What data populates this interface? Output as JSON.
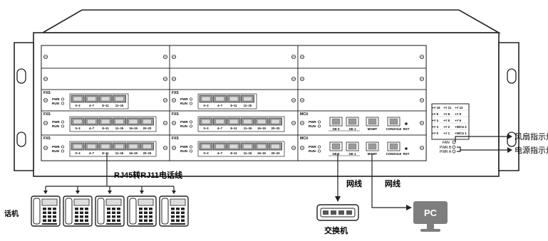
{
  "rack": {
    "cards": [
      {
        "slot": "row3-left",
        "label": "FXS",
        "led_pwr": "PWR",
        "led_run": "RUN",
        "ports": [
          "0~3",
          "4~7",
          "8~11",
          "11~15"
        ]
      },
      {
        "slot": "row3-mid",
        "label": "FXS",
        "led_pwr": "PWR",
        "led_run": "RUN",
        "ports": [
          "0~3",
          "4~7",
          "8~11",
          "11~15"
        ]
      },
      {
        "slot": "row4-left",
        "label": "FXS",
        "led_pwr": "PWR",
        "led_run": "RUN",
        "ports": [
          "0~3",
          "4~7",
          "8~11",
          "11~15",
          "16~19",
          "20~23"
        ]
      },
      {
        "slot": "row4-mid",
        "label": "FXS",
        "led_pwr": "PWR",
        "led_run": "RUN",
        "ports": [
          "0~3",
          "4~7",
          "8~11",
          "11~15",
          "16~19",
          "20~23"
        ]
      },
      {
        "slot": "row5-left",
        "label": "FXS",
        "led_pwr": "PWR",
        "led_run": "RUN",
        "ports": [
          "0~3",
          "4~7",
          "8~11",
          "11~15",
          "16~19",
          "20~23"
        ]
      },
      {
        "slot": "row5-mid",
        "label": "FXS",
        "led_pwr": "PWR",
        "led_run": "RUN",
        "ports": [
          "0~3",
          "4~7",
          "8~11",
          "11~15",
          "16~19",
          "20~23"
        ]
      }
    ],
    "mcu_cards": [
      {
        "slot": "row4-right",
        "label": "MCU",
        "led_pwr": "PWR",
        "led_run": "RUN",
        "ports": [
          "GE 0",
          "GE 1",
          "MGMT",
          "CONSOLE"
        ],
        "rst": "RST"
      },
      {
        "slot": "row5-right",
        "label": "MCU",
        "led_pwr": "PWR",
        "led_run": "RUN",
        "ports": [
          "GE 0",
          "GE 1",
          "MGMT",
          "CONSOLE"
        ],
        "rst": "RST"
      }
    ],
    "status_panel": {
      "rows": [
        [
          "# 16",
          "# 11",
          "# 12"
        ],
        [
          "# 9",
          "# 8",
          "# 9"
        ],
        [
          "# 4",
          "# 5",
          "# 6"
        ],
        [
          "# 3",
          "# 2",
          "MCU 2"
        ],
        [
          "# 0",
          "# 1",
          "MCU 1"
        ]
      ],
      "fan": "FAN",
      "pwr_b": "PWR B",
      "pwr_a": "PWR A"
    }
  },
  "labels": {
    "fan_indicator": "风扇指示灯",
    "power_indicator": "电源指示灯",
    "rj45_to_rj11": "RJ45转RJ11电话线",
    "phone": "话机",
    "cable1": "网线",
    "cable2": "网线",
    "switch": "交换机",
    "pc": "PC"
  },
  "colors": {
    "outline": "#222222",
    "port_fill": "#9a9a9a",
    "connector": "#444444"
  }
}
